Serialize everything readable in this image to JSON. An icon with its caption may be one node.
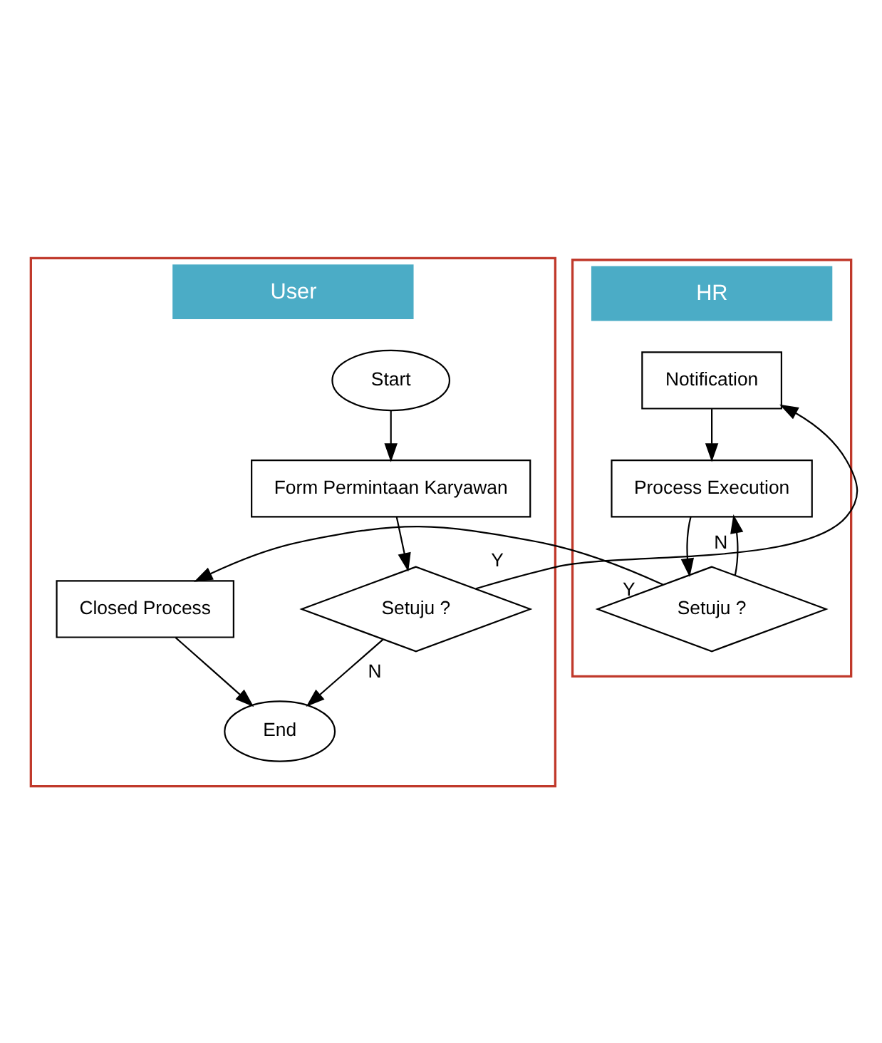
{
  "diagram": {
    "nodes": [
      {
        "text": [
          "User"
        ]
      },
      {
        "text": [
          "HR"
        ]
      },
      {
        "text": [
          "Start"
        ],
        "in": 0
      },
      {
        "text": [
          "Form Permintaan Karyawan"
        ],
        "in": 0
      },
      {
        "text": [
          "Setuju ?"
        ],
        "in": 0
      },
      {
        "text": [
          "Notification"
        ],
        "in": 1
      },
      {
        "text": [
          "Process Execution"
        ],
        "in": 1
      },
      {
        "text": [
          "Setuju ?"
        ],
        "in": 1
      },
      {
        "text": [
          "Closed Process"
        ],
        "in": 0
      },
      {
        "text": [
          "End"
        ],
        "in": 0
      }
    ],
    "edges": [
      {
        "from": 2,
        "to": 3,
        "arrow": "to"
      },
      {
        "from": 3,
        "to": 4,
        "arrow": "to"
      },
      {
        "from": 4,
        "to": 5,
        "arrow": "to",
        "label": "Y"
      },
      {
        "from": 4,
        "to": 9,
        "arrow": "to",
        "label": "N"
      },
      {
        "from": 5,
        "to": 6,
        "arrow": "to"
      },
      {
        "from": 6,
        "to": 7,
        "arrow": "to"
      },
      {
        "from": 7,
        "to": 6,
        "arrow": "to",
        "label": "N"
      },
      {
        "from": 7,
        "to": 8,
        "arrow": "to",
        "label": "Y"
      },
      {
        "from": 8,
        "to": 9,
        "arrow": "to"
      }
    ]
  }
}
